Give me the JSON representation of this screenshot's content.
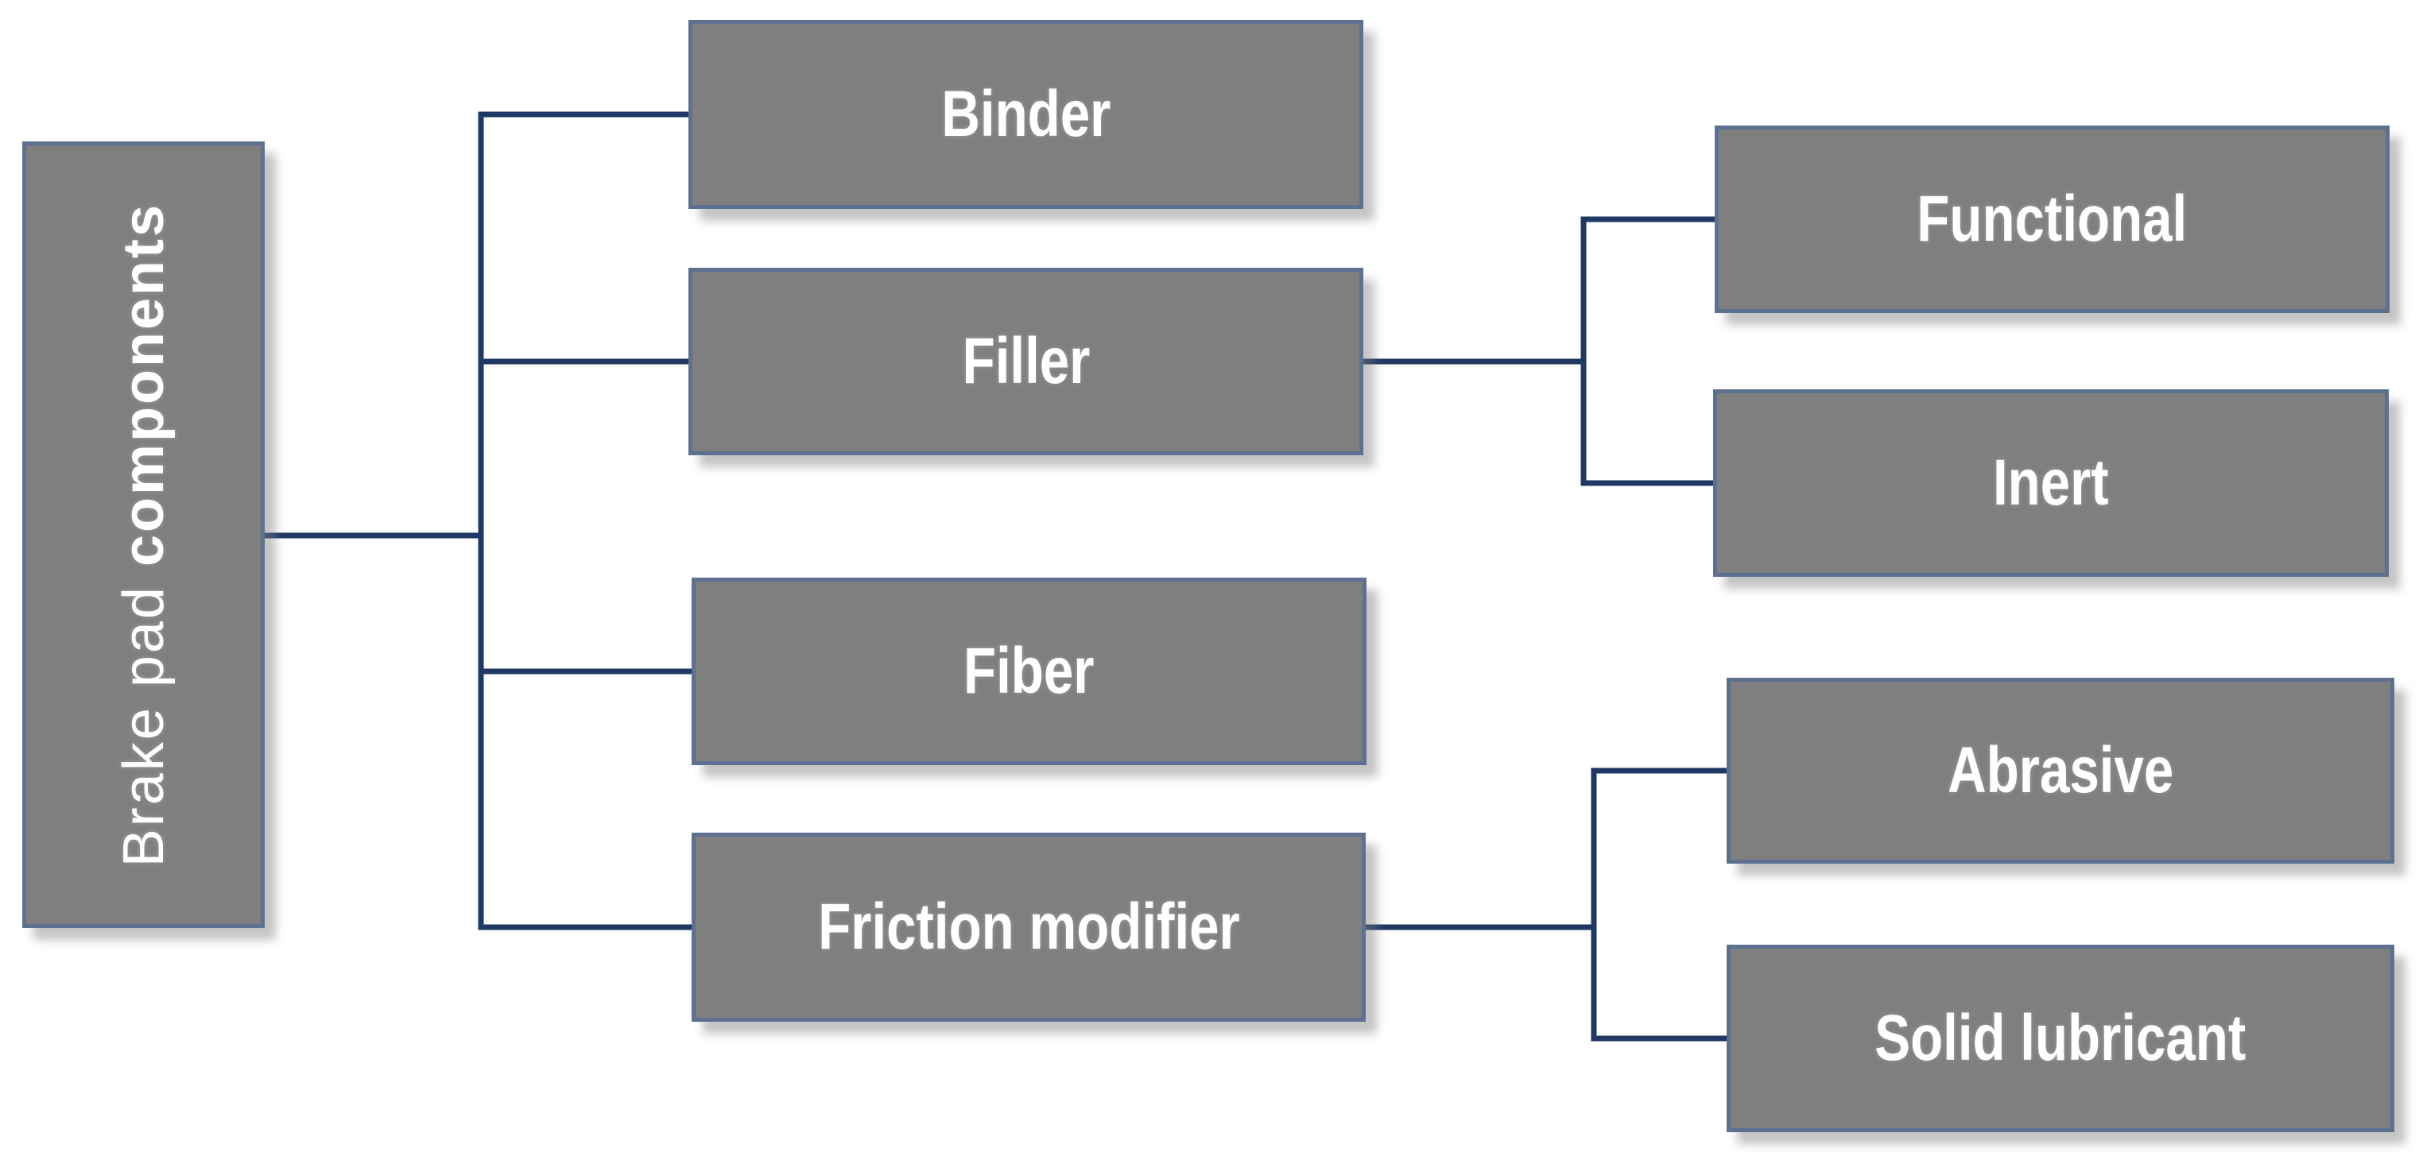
{
  "diagram": {
    "title": "Brake pad components hierarchy",
    "nodes": {
      "root": {
        "label_prefix": "Brake pad ",
        "label_bold": "components"
      },
      "binder": {
        "label": "Binder"
      },
      "filler": {
        "label": "Filler"
      },
      "fiber": {
        "label": "Fiber"
      },
      "friction_modifier": {
        "label": "Friction modifier"
      },
      "functional": {
        "label": "Functional"
      },
      "inert": {
        "label": "Inert"
      },
      "abrasive": {
        "label": "Abrasive"
      },
      "solid_lubricant": {
        "label": "Solid lubricant"
      }
    },
    "hierarchy": {
      "root": "root",
      "children": [
        {
          "id": "binder",
          "children": []
        },
        {
          "id": "filler",
          "children": [
            "functional",
            "inert"
          ]
        },
        {
          "id": "fiber",
          "children": []
        },
        {
          "id": "friction_modifier",
          "children": [
            "abrasive",
            "solid_lubricant"
          ]
        }
      ]
    },
    "colors": {
      "background": "#ffffff",
      "box_fill": "#7f7f7f",
      "box_border": "#5d7090",
      "connector": "#1f3864",
      "text": "#ffffff"
    }
  }
}
